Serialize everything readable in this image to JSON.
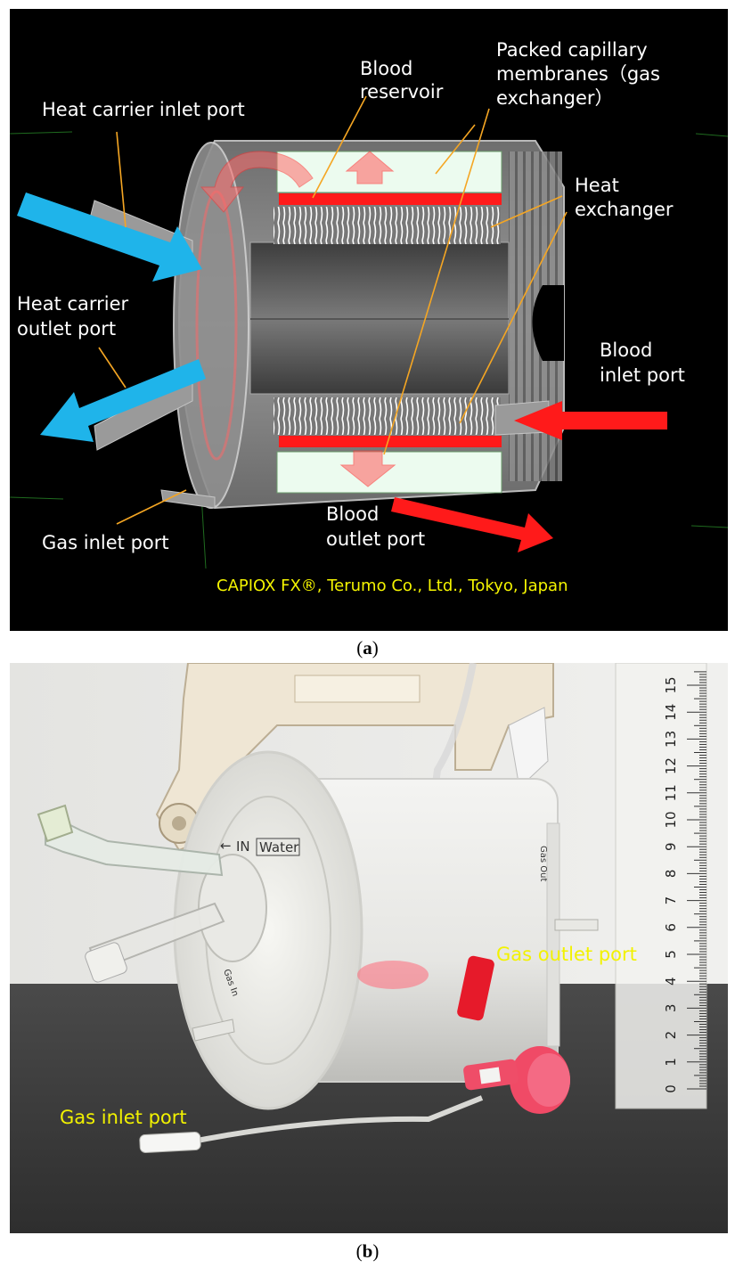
{
  "figure": {
    "panel_a": {
      "caption_letter": "a",
      "labels": {
        "heat_carrier_inlet": "Heat carrier inlet port",
        "blood_reservoir_line1": "Blood",
        "blood_reservoir_line2": "reservoir",
        "packed_line1": "Packed capillary",
        "packed_line2": "membranes（gas",
        "packed_line3": "exchanger）",
        "heat_exchanger_line1": "Heat",
        "heat_exchanger_line2": "exchanger",
        "heat_carrier_outlet_line1": "Heat carrier",
        "heat_carrier_outlet_line2": "outlet port",
        "blood_inlet_line1": "Blood",
        "blood_inlet_line2": "inlet port",
        "blood_outlet_line1": "Blood",
        "blood_outlet_line2": "outlet port",
        "gas_inlet": "Gas inlet port",
        "credit": "CAPIOX FX®, Terumo Co., Ltd.,   Tokyo, Japan"
      }
    },
    "panel_b": {
      "caption_letter": "b",
      "labels": {
        "gas_outlet": "Gas outlet port",
        "gas_inlet": "Gas inlet port",
        "device_in": "IN",
        "device_water": "Water",
        "device_gas_in": "Gas In",
        "device_gas_out": "Gas Out"
      },
      "ruler_ticks": [
        "0",
        "1",
        "2",
        "3",
        "4",
        "5",
        "6",
        "7",
        "8",
        "9",
        "10",
        "11",
        "12",
        "13",
        "14",
        "15"
      ]
    }
  },
  "colors": {
    "flow_blue": "#1fb4ea",
    "flow_red": "#ff1a1a",
    "leader_line": "#f5a623",
    "credit_text": "#f4f400",
    "annotation_yellow": "#f2f200"
  }
}
